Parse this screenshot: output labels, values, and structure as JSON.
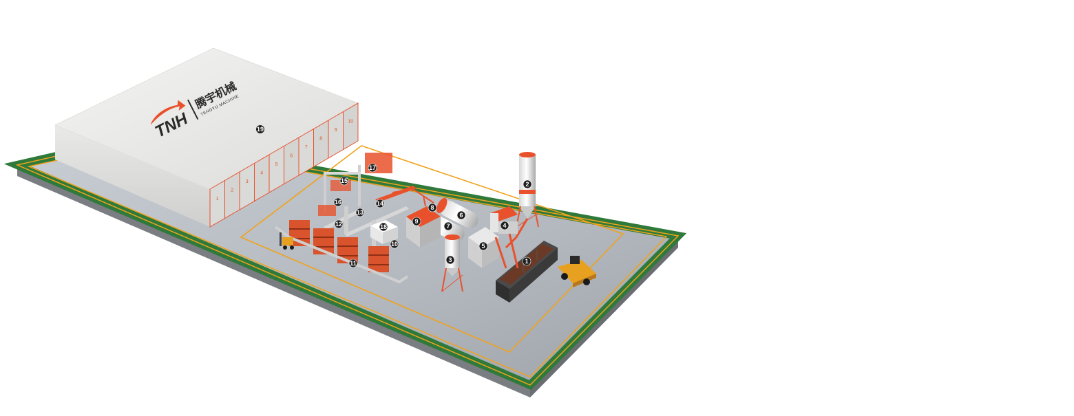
{
  "brand": {
    "logo_text": "TNH",
    "chinese_name": "腾宇机械",
    "english_name": "TENGYU MACHINE",
    "colors": {
      "accent": "#e9512c",
      "dark": "#2b2b2b",
      "floor": "#b7bcc3",
      "border_green": "#2f7a3b",
      "line_orange": "#f0a21a"
    }
  },
  "warehouse": {
    "bay_numbers": [
      "1",
      "2",
      "3",
      "4",
      "5",
      "6",
      "7",
      "8",
      "9",
      "10"
    ],
    "marker": "19"
  },
  "station_markers": [
    "1",
    "2",
    "3",
    "4",
    "5",
    "6",
    "7",
    "8",
    "9",
    "10",
    "11",
    "12",
    "13",
    "14",
    "15",
    "16",
    "17",
    "18"
  ],
  "icons": [
    "loader-icon",
    "forklift-icon",
    "silo-icon",
    "hopper-icon"
  ]
}
